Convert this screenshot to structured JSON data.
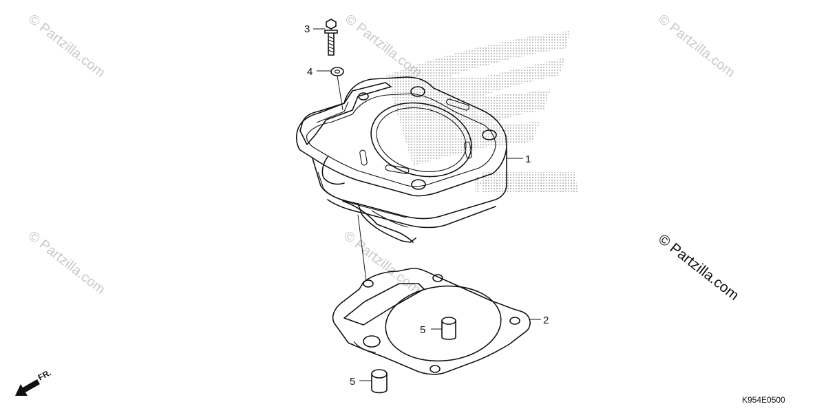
{
  "diagram": {
    "callouts": {
      "c1": "1",
      "c2": "2",
      "c3": "3",
      "c4": "4",
      "c5a": "5",
      "c5b": "5"
    },
    "diagram_code": "K954E0500",
    "front_label": "FR.",
    "brand_logo_text": "HONDA"
  },
  "watermark": {
    "text": "© Partzilla.com",
    "prominent_text": "© Partzilla.com",
    "color": "#c9c9c9"
  },
  "colors": {
    "line": "#111111",
    "background": "#ffffff",
    "logo_dots": "#9a9a9a"
  }
}
